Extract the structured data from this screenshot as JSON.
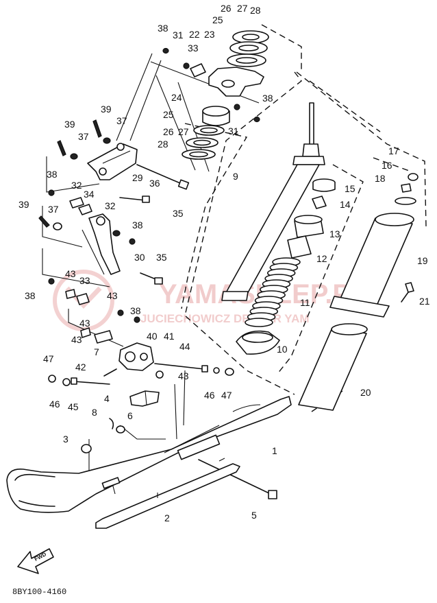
{
  "diagram": {
    "drawing_code": "8BY100-4160",
    "fwd_label": "FWD",
    "watermark": {
      "main": "YAMASKLEP.PL",
      "sub": "JUCIECHOWICZ DEALER YAM"
    },
    "callouts": [
      {
        "id": "c1",
        "label": "1",
        "name": "ski"
      },
      {
        "id": "c2",
        "label": "2",
        "name": "runner"
      },
      {
        "id": "c3",
        "label": "3",
        "name": "nut"
      },
      {
        "id": "c4",
        "label": "4",
        "name": "damper-pad"
      },
      {
        "id": "c5",
        "label": "5",
        "name": "bolt"
      },
      {
        "id": "c6",
        "label": "6",
        "name": "nut"
      },
      {
        "id": "c7",
        "label": "7",
        "name": "collar"
      },
      {
        "id": "c8",
        "label": "8",
        "name": "cotter-pin"
      },
      {
        "id": "c9",
        "label": "9",
        "name": "shock-absorber"
      },
      {
        "id": "c10",
        "label": "10",
        "name": "spring-seat"
      },
      {
        "id": "c11",
        "label": "11",
        "name": "spring"
      },
      {
        "id": "c12",
        "label": "12",
        "name": "bump-stopper"
      },
      {
        "id": "c13",
        "label": "13",
        "name": "spring-seat-upper"
      },
      {
        "id": "c14",
        "label": "14",
        "name": "nut"
      },
      {
        "id": "c15",
        "label": "15",
        "name": "washer"
      },
      {
        "id": "c16",
        "label": "16",
        "name": "nut"
      },
      {
        "id": "c17",
        "label": "17",
        "name": "cap"
      },
      {
        "id": "c18",
        "label": "18",
        "name": "washer"
      },
      {
        "id": "c19",
        "label": "19",
        "name": "outer-tube"
      },
      {
        "id": "c20",
        "label": "20",
        "name": "boot"
      },
      {
        "id": "c21",
        "label": "21",
        "name": "screw"
      },
      {
        "id": "c22",
        "label": "22",
        "name": "bracket"
      },
      {
        "id": "c23",
        "label": "23",
        "name": "bracket"
      },
      {
        "id": "c24",
        "label": "24",
        "name": "bushing"
      },
      {
        "id": "c25a",
        "label": "25",
        "name": "washer"
      },
      {
        "id": "c25b",
        "label": "25",
        "name": "washer"
      },
      {
        "id": "c26a",
        "label": "26",
        "name": "bearing"
      },
      {
        "id": "c27a",
        "label": "27",
        "name": "bearing"
      },
      {
        "id": "c28a",
        "label": "28",
        "name": "seal"
      },
      {
        "id": "c26b",
        "label": "26",
        "name": "bearing"
      },
      {
        "id": "c27b",
        "label": "27",
        "name": "bearing"
      },
      {
        "id": "c28b",
        "label": "28",
        "name": "seal"
      },
      {
        "id": "c29",
        "label": "29",
        "name": "steering-arm"
      },
      {
        "id": "c30",
        "label": "30",
        "name": "link-arm"
      },
      {
        "id": "c31a",
        "label": "31",
        "name": "bushing"
      },
      {
        "id": "c31b",
        "label": "31",
        "name": "bushing"
      },
      {
        "id": "c32a",
        "label": "32",
        "name": "bushing"
      },
      {
        "id": "c32b",
        "label": "32",
        "name": "bushing"
      },
      {
        "id": "c33a",
        "label": "33",
        "name": "collar"
      },
      {
        "id": "c33b",
        "label": "33",
        "name": "collar"
      },
      {
        "id": "c34",
        "label": "34",
        "name": "collar"
      },
      {
        "id": "c35a",
        "label": "35",
        "name": "bolt"
      },
      {
        "id": "c35b",
        "label": "35",
        "name": "bolt"
      },
      {
        "id": "c36",
        "label": "36",
        "name": "bolt"
      },
      {
        "id": "c37a",
        "label": "37",
        "name": "nut"
      },
      {
        "id": "c37b",
        "label": "37",
        "name": "nut"
      },
      {
        "id": "c37c",
        "label": "37",
        "name": "nut"
      },
      {
        "id": "c38a",
        "label": "38",
        "name": "grease-nipple"
      },
      {
        "id": "c38b",
        "label": "38",
        "name": "grease-nipple"
      },
      {
        "id": "c38c",
        "label": "38",
        "name": "grease-nipple"
      },
      {
        "id": "c38d",
        "label": "38",
        "name": "grease-nipple"
      },
      {
        "id": "c38e",
        "label": "38",
        "name": "grease-nipple"
      },
      {
        "id": "c38f",
        "label": "38",
        "name": "grease-nipple"
      },
      {
        "id": "c39a",
        "label": "39",
        "name": "cotter-pin"
      },
      {
        "id": "c39b",
        "label": "39",
        "name": "cotter-pin"
      },
      {
        "id": "c39c",
        "label": "39",
        "name": "cotter-pin"
      },
      {
        "id": "c40",
        "label": "40",
        "name": "spindle"
      },
      {
        "id": "c41",
        "label": "41",
        "name": "spindle"
      },
      {
        "id": "c42",
        "label": "42",
        "name": "bolt"
      },
      {
        "id": "c43a",
        "label": "43",
        "name": "bushing"
      },
      {
        "id": "c43b",
        "label": "43",
        "name": "bushing"
      },
      {
        "id": "c43c",
        "label": "43",
        "name": "bushing"
      },
      {
        "id": "c43d",
        "label": "43",
        "name": "bushing"
      },
      {
        "id": "c43e",
        "label": "43",
        "name": "bushing"
      },
      {
        "id": "c44",
        "label": "44",
        "name": "bolt"
      },
      {
        "id": "c45",
        "label": "45",
        "name": "bolt"
      },
      {
        "id": "c46a",
        "label": "46",
        "name": "collar"
      },
      {
        "id": "c46b",
        "label": "46",
        "name": "collar"
      },
      {
        "id": "c47a",
        "label": "47",
        "name": "nut"
      },
      {
        "id": "c47b",
        "label": "47",
        "name": "nut"
      }
    ]
  }
}
